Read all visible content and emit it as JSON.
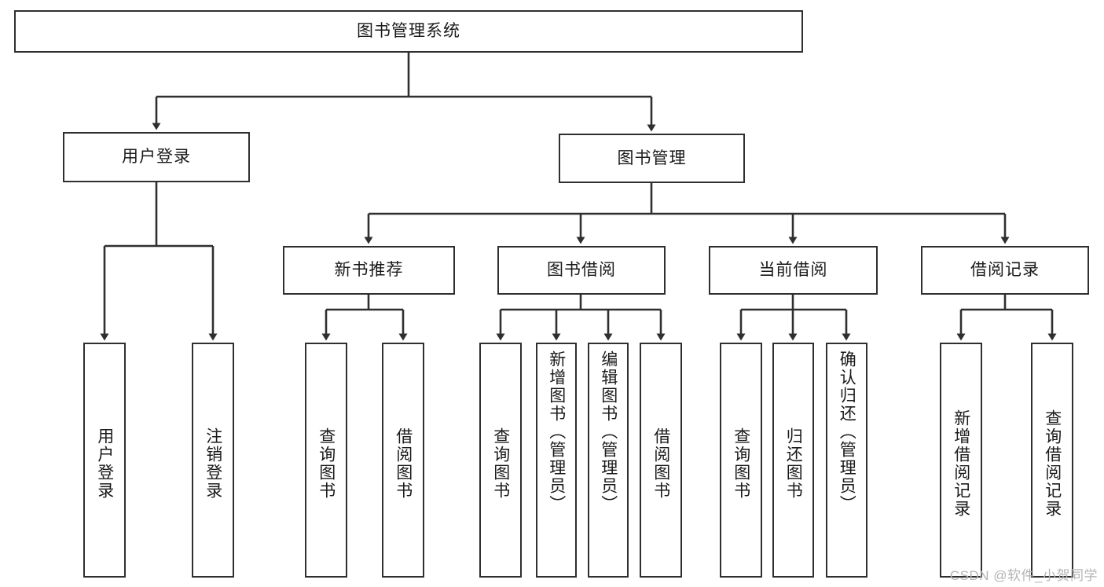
{
  "diagram": {
    "type": "hierarchy-tree",
    "title": "图书管理系统",
    "colors": {
      "box_border": "#2f2f2f",
      "box_fill": "#ffffff",
      "connector": "#2f2f2f",
      "text": "#1a1a1a",
      "watermark": "#b4b4b4"
    },
    "nodes": {
      "root": {
        "label": "图书管理系统",
        "level": 1
      },
      "l2": [
        {
          "label": "用户登录",
          "level": 2
        },
        {
          "label": "图书管理",
          "level": 2
        }
      ],
      "l3": [
        {
          "label": "新书推荐",
          "level": 3
        },
        {
          "label": "图书借阅",
          "level": 3
        },
        {
          "label": "当前借阅",
          "level": 3
        },
        {
          "label": "借阅记录",
          "level": 3
        }
      ],
      "leaves": [
        {
          "label": "用户登录",
          "parent": "用户登录"
        },
        {
          "label": "注销登录",
          "parent": "用户登录"
        },
        {
          "label": "查询图书",
          "parent": "新书推荐"
        },
        {
          "label": "借阅图书",
          "parent": "新书推荐"
        },
        {
          "label": "查询图书",
          "parent": "图书借阅"
        },
        {
          "label": "新增图书（管理员）",
          "parent": "图书借阅"
        },
        {
          "label": "编辑图书（管理员）",
          "parent": "图书借阅"
        },
        {
          "label": "借阅图书",
          "parent": "图书借阅"
        },
        {
          "label": "查询图书",
          "parent": "当前借阅"
        },
        {
          "label": "归还图书",
          "parent": "当前借阅"
        },
        {
          "label": "确认归还（管理员）",
          "parent": "当前借阅"
        },
        {
          "label": "新增借阅记录",
          "parent": "借阅记录"
        },
        {
          "label": "查询借阅记录",
          "parent": "借阅记录"
        }
      ]
    },
    "watermark": "CSDN @软件_小贺同学"
  }
}
